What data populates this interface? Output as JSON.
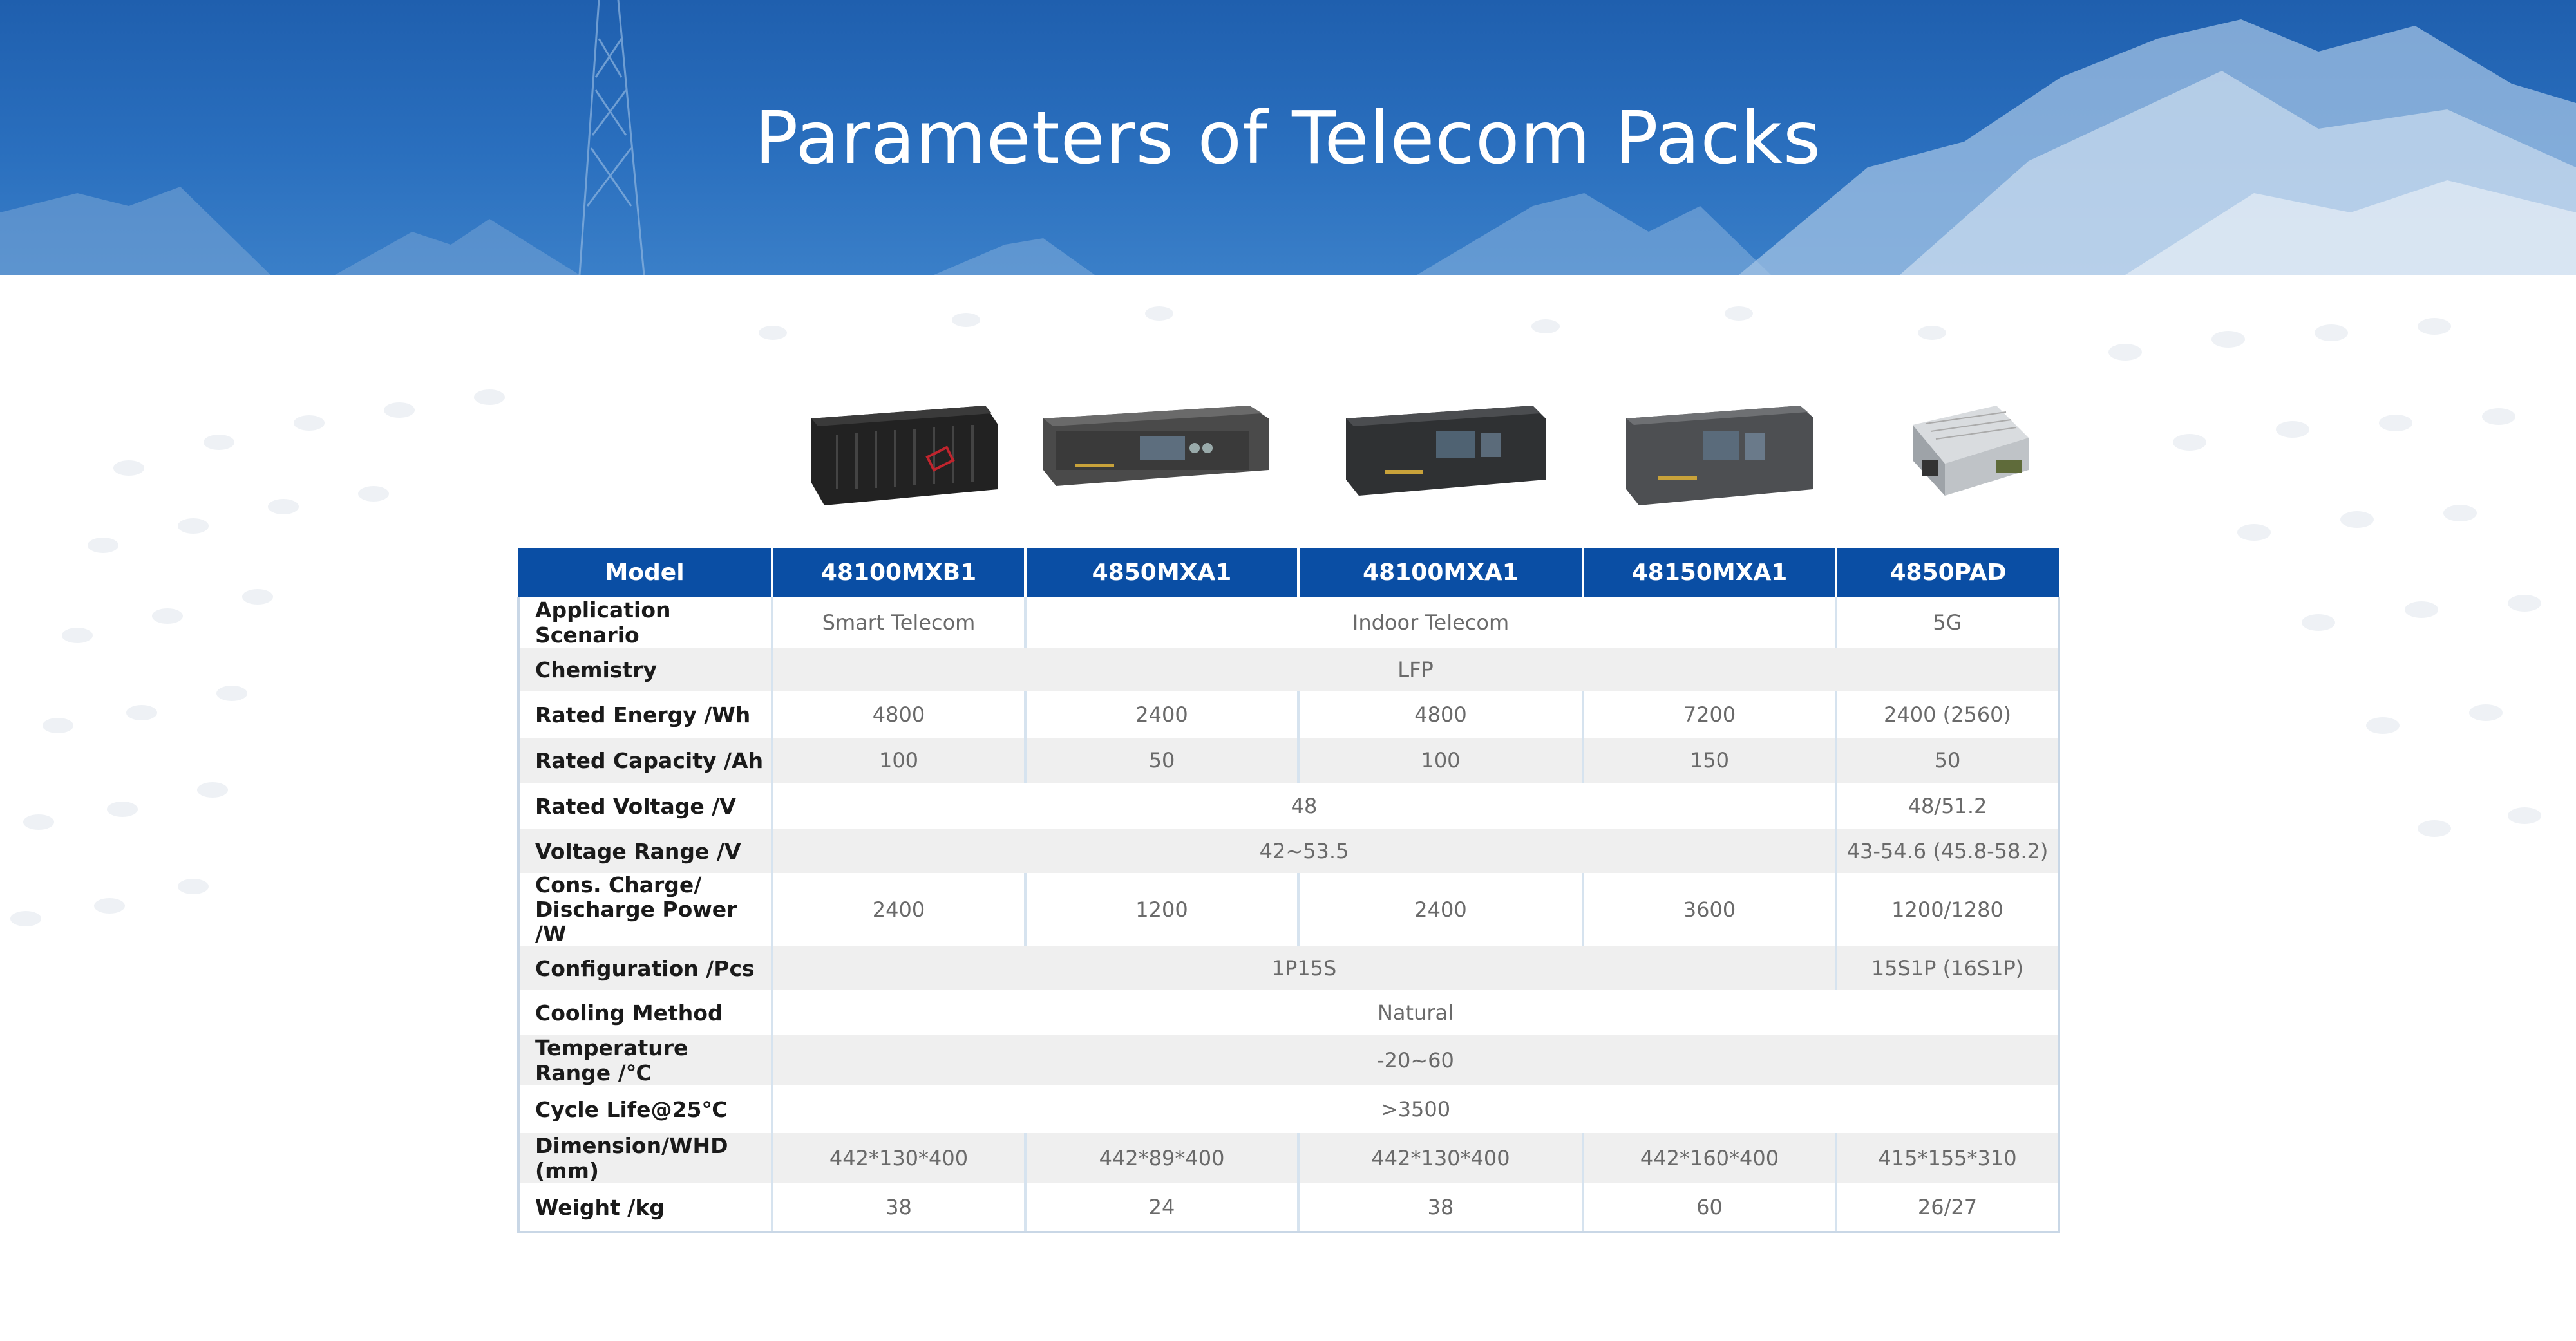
{
  "page": {
    "title": "Parameters of Telecom Packs"
  },
  "products": [
    {
      "icon": "battery-pack-48100mxb1-image"
    },
    {
      "icon": "battery-pack-4850mxa1-image"
    },
    {
      "icon": "battery-pack-48100mxa1-image"
    },
    {
      "icon": "battery-pack-48150mxa1-image"
    },
    {
      "icon": "battery-pack-4850pad-image"
    }
  ],
  "table": {
    "headers": [
      "Model",
      "48100MXB1",
      "4850MXA1",
      "48100MXA1",
      "48150MXA1",
      "4850PAD"
    ],
    "rows": {
      "application_scenario": {
        "label": "Application Scenario",
        "v1": "Smart Telecom",
        "v2": "Indoor Telecom",
        "v3": "5G"
      },
      "chemistry": {
        "label": "Chemistry",
        "v1": "LFP"
      },
      "rated_energy": {
        "label": "Rated Energy /Wh",
        "values": [
          "4800",
          "2400",
          "4800",
          "7200",
          "2400 (2560)"
        ]
      },
      "rated_capacity": {
        "label": "Rated Capacity /Ah",
        "values": [
          "100",
          "50",
          "100",
          "150",
          "50"
        ]
      },
      "rated_voltage": {
        "label": "Rated Voltage /V",
        "v1": "48",
        "v2": "48/51.2"
      },
      "voltage_range": {
        "label": "Voltage Range /V",
        "v1": "42~53.5",
        "v2": "43-54.6 (45.8-58.2)"
      },
      "cons_power": {
        "label_line1": "Cons. Charge/",
        "label_line2": "Discharge Power /W",
        "values": [
          "2400",
          "1200",
          "2400",
          "3600",
          "1200/1280"
        ]
      },
      "configuration": {
        "label": "Configuration /Pcs",
        "v1": "1P15S",
        "v2": "15S1P (16S1P)"
      },
      "cooling": {
        "label": "Cooling Method",
        "v1": "Natural"
      },
      "temperature": {
        "label": "Temperature Range /℃",
        "v1": "-20~60"
      },
      "cycle_life": {
        "label": "Cycle Life@25℃",
        "v1": ">3500"
      },
      "dimension": {
        "label": "Dimension/WHD (mm)",
        "values": [
          "442*130*400",
          "442*89*400",
          "442*130*400",
          "442*160*400",
          "415*155*310"
        ]
      },
      "weight": {
        "label": "Weight /kg",
        "values": [
          "38",
          "24",
          "38",
          "60",
          "26/27"
        ]
      }
    }
  },
  "colors": {
    "header_bg": "#0a4ea4",
    "banner_bg": "#2a6fbe",
    "row_alt": "#efefef",
    "grid": "#d6e3ef"
  }
}
